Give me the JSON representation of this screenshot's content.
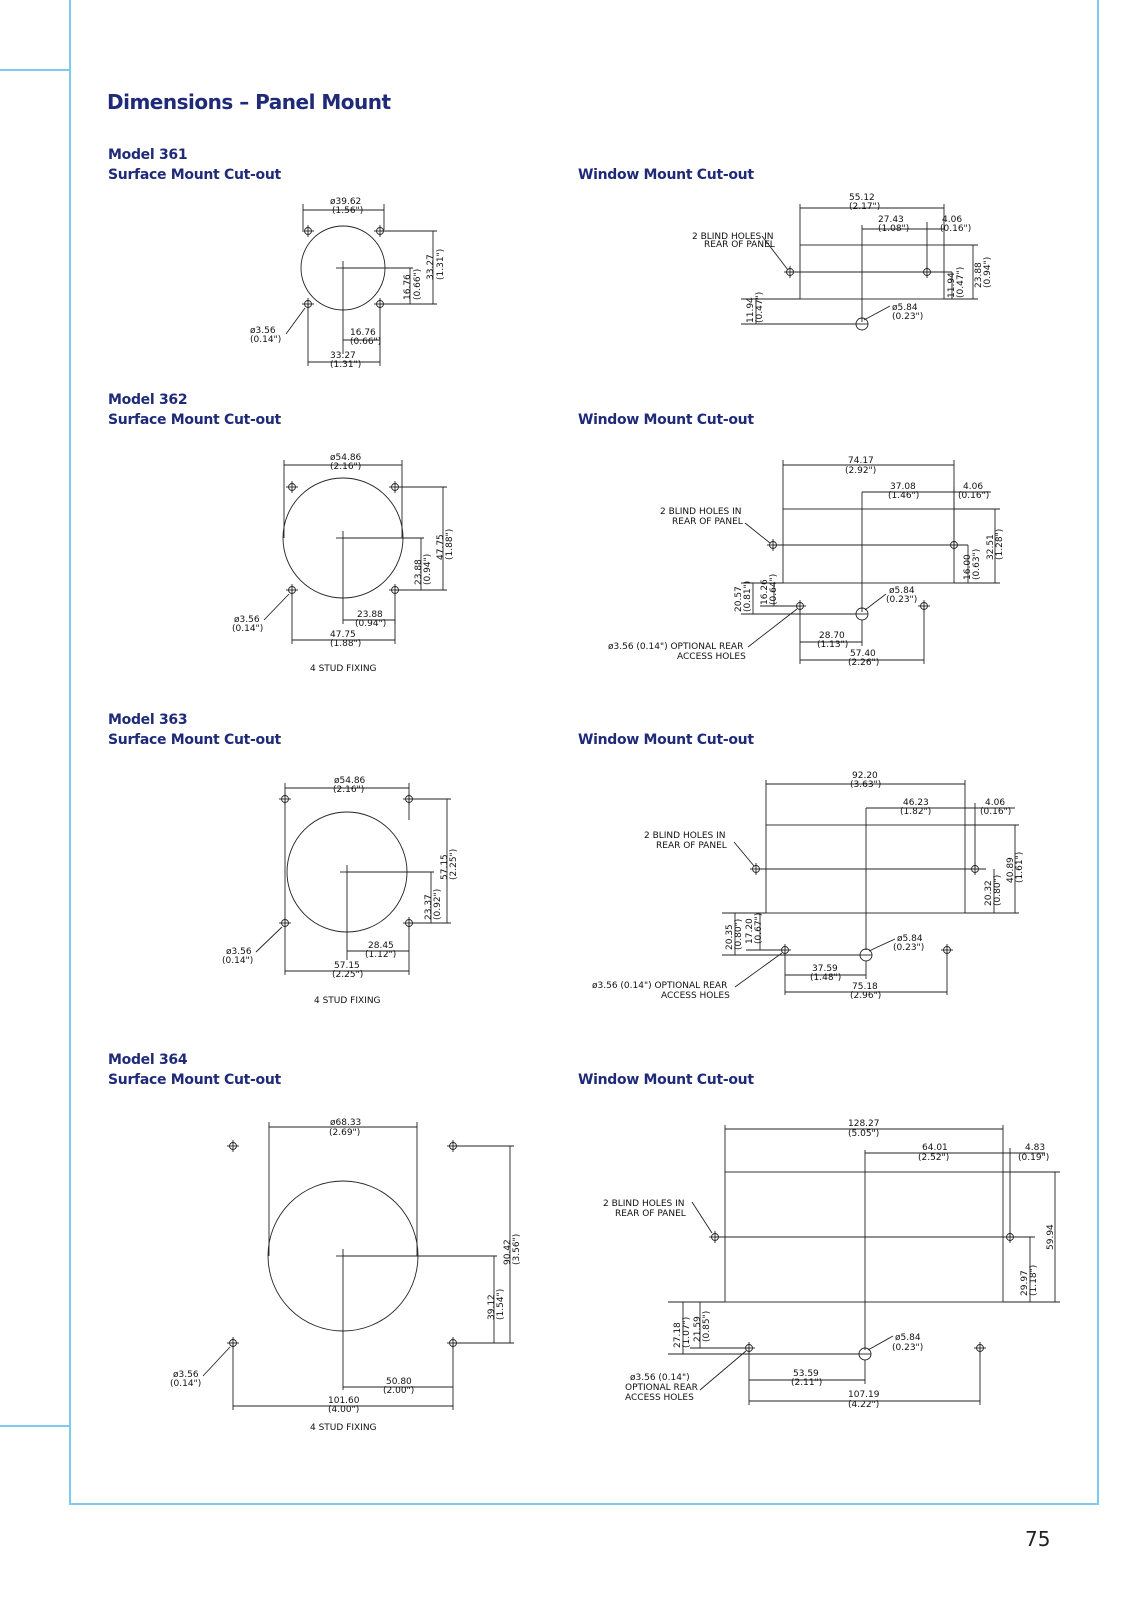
{
  "page_title": "Dimensions – Panel Mount",
  "page_number": "75",
  "models": [
    {
      "model": "Model 361",
      "surface_heading": "Surface Mount Cut-out",
      "window_heading": "Window Mount Cut-out",
      "surface": {
        "diameter": "ø39.62",
        "diameter_in": "(1.56\")",
        "half_v": "16.76",
        "half_v_in": "(0.66\")",
        "full_v": "33.27",
        "full_v_in": "(1.31\")",
        "half_h": "16.76",
        "half_h_in": "(0.66\")",
        "full_h": "33.27",
        "full_h_in": "(1.31\")",
        "hole": "ø3.56",
        "hole_in": "(0.14\")"
      },
      "window": {
        "width": "55.12",
        "width_in": "(2.17\")",
        "half": "27.43",
        "half_in": "(1.08\")",
        "edge": "4.06",
        "edge_in": "(0.16\")",
        "blind": "2 BLIND HOLES IN",
        "blind2": "REAR OF PANEL",
        "height": "23.88",
        "height_in": "(0.94\")",
        "mid": "11.94",
        "mid_in": "(0.47\")",
        "low": "11.94",
        "low_in": "(0.47\")",
        "pin": "ø5.84",
        "pin_in": "(0.23\")"
      }
    },
    {
      "model": "Model 362",
      "surface_heading": "Surface Mount Cut-out",
      "window_heading": "Window Mount Cut-out",
      "surface": {
        "diameter": "ø54.86",
        "diameter_in": "(2.16\")",
        "half_v": "23.88",
        "half_v_in": "(0.94\")",
        "full_v": "47.75",
        "full_v_in": "(1.88\")",
        "half_h": "23.88",
        "half_h_in": "(0.94\")",
        "full_h": "47.75",
        "full_h_in": "(1.88\")",
        "hole": "ø3.56",
        "hole_in": "(0.14\")",
        "stud": "4 STUD FIXING"
      },
      "window": {
        "width": "74.17",
        "width_in": "(2.92\")",
        "half": "37.08",
        "half_in": "(1.46\")",
        "edge": "4.06",
        "edge_in": "(0.16\")",
        "blind": "2 BLIND HOLES IN",
        "blind2": "REAR OF PANEL",
        "height": "32.51",
        "height_in": "(1.28\")",
        "mid": "16.00",
        "mid_in": "(0.63\")",
        "low1": "20.57",
        "low1_in": "(0.81\")",
        "low2": "16.26",
        "low2_in": "(0.64\")",
        "pin": "ø5.84",
        "pin_in": "(0.23\")",
        "acc_half": "28.70",
        "acc_half_in": "(1.13\")",
        "acc_full": "57.40",
        "acc_full_in": "(2.26\")",
        "optional": "ø3.56 (0.14\") OPTIONAL REAR",
        "access": "ACCESS HOLES"
      }
    },
    {
      "model": "Model 363",
      "surface_heading": "Surface Mount Cut-out",
      "window_heading": "Window Mount Cut-out",
      "surface": {
        "diameter": "ø54.86",
        "diameter_in": "(2.16\")",
        "half_v": "23.37",
        "half_v_in": "(0.92\")",
        "full_v": "57.15",
        "full_v_in": "(2.25\")",
        "half_h": "28.45",
        "half_h_in": "(1.12\")",
        "full_h": "57.15",
        "full_h_in": "(2.25\")",
        "hole": "ø3.56",
        "hole_in": "(0.14\")",
        "stud": "4 STUD FIXING"
      },
      "window": {
        "width": "92.20",
        "width_in": "(3.63\")",
        "half": "46.23",
        "half_in": "(1.82\")",
        "edge": "4.06",
        "edge_in": "(0.16\")",
        "blind": "2 BLIND HOLES IN",
        "blind2": "REAR OF PANEL",
        "height": "40.89",
        "height_in": "(1.61\")",
        "mid": "20.32",
        "mid_in": "(0.80\")",
        "low1": "20.35",
        "low1_in": "(0.80\")",
        "low2": "17.20",
        "low2_in": "(0.67\")",
        "pin": "ø5.84",
        "pin_in": "(0.23\")",
        "acc_half": "37.59",
        "acc_half_in": "(1.48\")",
        "acc_full": "75.18",
        "acc_full_in": "(2.96\")",
        "optional": "ø3.56 (0.14\") OPTIONAL REAR",
        "access": "ACCESS HOLES"
      }
    },
    {
      "model": "Model 364",
      "surface_heading": "Surface Mount Cut-out",
      "window_heading": "Window Mount Cut-out",
      "surface": {
        "diameter": "ø68.33",
        "diameter_in": "(2.69\")",
        "half_v": "39.12",
        "half_v_in": "(1.54\")",
        "full_v": "90.42",
        "full_v_in": "(3.56\")",
        "half_h": "50.80",
        "half_h_in": "(2.00\")",
        "full_h": "101.60",
        "full_h_in": "(4.00\")",
        "hole": "ø3.56",
        "hole_in": "(0.14\")",
        "stud": "4 STUD FIXING"
      },
      "window": {
        "width": "128.27",
        "width_in": "(5.05\")",
        "half": "64.01",
        "half_in": "(2.52\")",
        "edge": "4.83",
        "edge_in": "(0.19\")",
        "blind": "2 BLIND HOLES IN",
        "blind2": "REAR OF PANEL",
        "height": "59.94",
        "height_in": "",
        "mid": "29.97",
        "mid_in": "(1.18\")",
        "low1": "27.18",
        "low1_in": "(1.07\")",
        "low2": "21.59",
        "low2_in": "(0.85\")",
        "pin": "ø5.84",
        "pin_in": "(0.23\")",
        "acc_half": "53.59",
        "acc_half_in": "(2.11\")",
        "acc_full": "107.19",
        "acc_full_in": "(4.22\")",
        "optional": "ø3.56 (0.14\")",
        "optional2": "OPTIONAL REAR",
        "access": "ACCESS HOLES"
      }
    }
  ]
}
